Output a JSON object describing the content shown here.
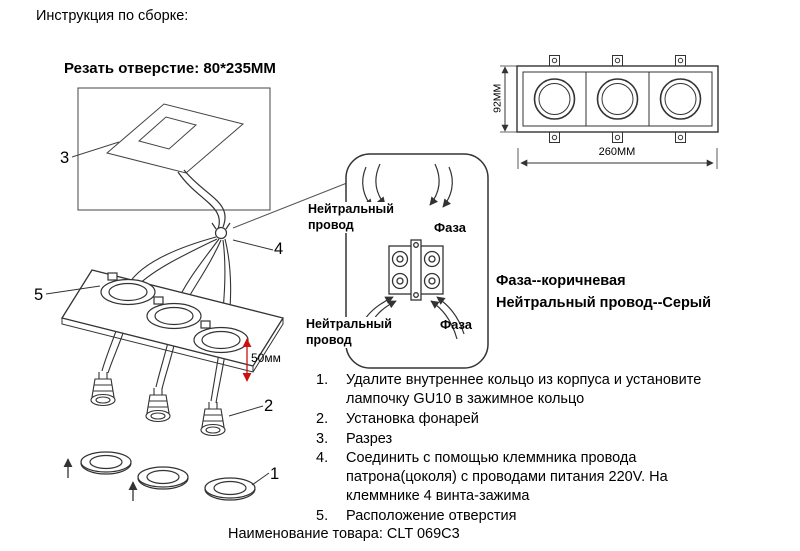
{
  "page": {
    "title": "Инструкция по сборке:",
    "product_label": "Наименование товара: CLT 069C3"
  },
  "cut_hole": {
    "label": "Резать отверстие:  80*235ММ"
  },
  "part_numbers": {
    "n1": "1",
    "n2": "2",
    "n3": "3",
    "n4": "4",
    "n5": "5"
  },
  "dimensions": {
    "height": "92MM",
    "width": "260MM",
    "depth": "50мм"
  },
  "callout": {
    "neutral_top": "Нейтральный провод",
    "phase_top": "Фаза",
    "neutral_bottom": "Нейтральный провод",
    "phase_bottom": "Фаза"
  },
  "legend": {
    "phase": "Фаза--коричневая",
    "neutral": "Нейтральный провод--Серый"
  },
  "steps": [
    {
      "num": "1.",
      "text": "Удалите внутреннее кольцо из корпуса и установите лампочку GU10 в зажимное кольцо"
    },
    {
      "num": "2.",
      "text": "Установка фонарей"
    },
    {
      "num": "3.",
      "text": "Разрез"
    },
    {
      "num": "4.",
      "text": "Соединить с помощью клеммника провода патрона(цоколя) с проводами питания 220V. На клеммнике 4 винта-зажима"
    },
    {
      "num": "5.",
      "text": "Расположение отверстия"
    }
  ]
}
